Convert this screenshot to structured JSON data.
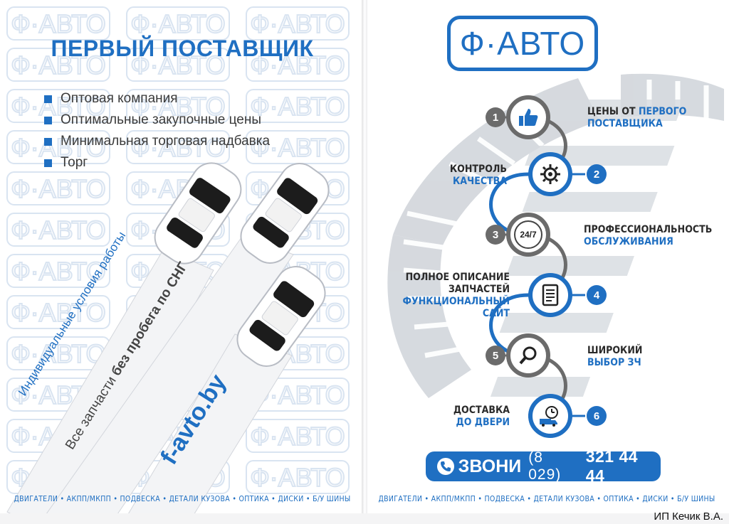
{
  "left_page": {
    "watermark_text": "Ф·АВТО",
    "headline": "ПЕРВЫЙ ПОСТАВЩИК",
    "bullets": [
      "Оптовая компания",
      "Оптимальные закупочные цены",
      "Минимальная торговая надбавка",
      "Торг"
    ],
    "stripe_texts": {
      "conditions": "Индивидуальные условия работы",
      "parts_prefix": "Все запчасти ",
      "parts_bold": "без пробега по СНГ",
      "site": "f-avto.by"
    },
    "footer": "ДВИГАТЕЛИ • АКПП/МКПП • ПОДВЕСКА • ДЕТАЛИ КУЗОВА • ОПТИКА • ДИСКИ • Б/У ШИНЫ"
  },
  "right_page": {
    "logo": "Ф·АВТО",
    "features": [
      {
        "number": "1",
        "line1": "ЦЕНЫ ОТ ",
        "line1_blue": "ПЕРВОГО",
        "line2": "",
        "line2_blue": "ПОСТАВЩИКА",
        "icon": "thumbs-up-icon"
      },
      {
        "number": "2",
        "line1": "КОНТРОЛЬ",
        "line1_blue": "",
        "line2": "",
        "line2_blue": "КАЧЕСТВА",
        "icon": "gear-wrench-icon"
      },
      {
        "number": "3",
        "line1": "ПРОФЕССИОНАЛЬНОСТЬ",
        "line1_blue": "",
        "line2": "",
        "line2_blue": "ОБСЛУЖИВАНИЯ",
        "icon": "24-7-icon",
        "icon_text": "24/7"
      },
      {
        "number": "4",
        "line1": "ПОЛНОЕ ОПИСАНИЕ",
        "line2": "ЗАПЧАСТЕЙ",
        "line3_blue": "ФУНКЦИОНАЛЬНЫЙ",
        "line4_blue": "САЙТ",
        "icon": "document-icon"
      },
      {
        "number": "5",
        "line1": "ШИРОКИЙ",
        "line1_blue": "",
        "line2": "",
        "line2_blue": "ВЫБОР ЗЧ",
        "icon": "magnifier-icon"
      },
      {
        "number": "6",
        "line1": "ДОСТАВКА",
        "line1_blue": "",
        "line2": "",
        "line2_blue": "ДО ДВЕРИ",
        "icon": "delivery-truck-icon"
      }
    ],
    "cta": {
      "label": "ЗВОНИ",
      "code": "(8 029)",
      "number": "321 44 44"
    },
    "footer": "ДВИГАТЕЛИ • АКПП/МКПП • ПОДВЕСКА • ДЕТАЛИ КУЗОВА • ОПТИКА • ДИСКИ • Б/У ШИНЫ"
  },
  "corner_caption": "ИП Кечик В.А.",
  "colors": {
    "brand_blue": "#1f6fc2",
    "gray": "#6b6b6b"
  }
}
